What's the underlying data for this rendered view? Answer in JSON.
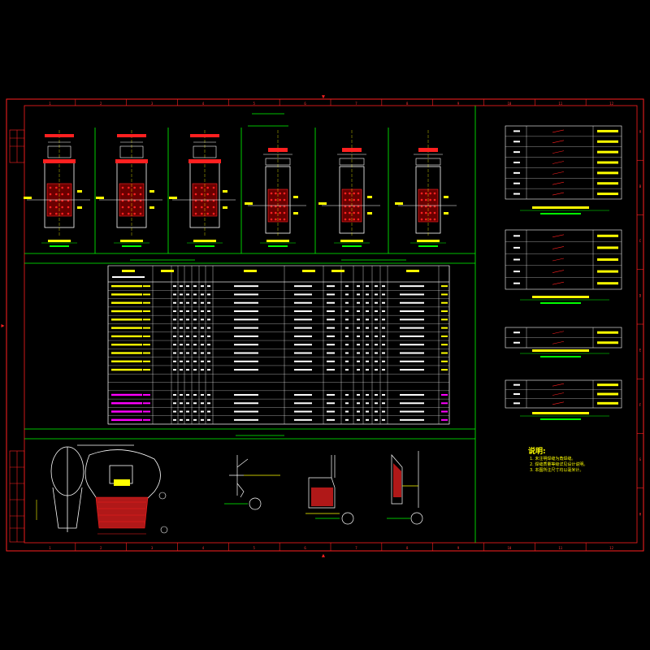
{
  "colors": {
    "background": "#000000",
    "frame": "#ff2020",
    "panel_lines": "#00ff00",
    "linework": "#ffffff",
    "hatch": "#ff2020",
    "text_yellow": "#ffff00",
    "text_magenta": "#ff00ff",
    "dims": "#ff2020"
  },
  "frame": {
    "column_numbers": [
      "1",
      "2",
      "3",
      "4",
      "5",
      "6",
      "7",
      "8",
      "9",
      "10",
      "11",
      "12"
    ],
    "row_letters": [
      "A",
      "B",
      "C",
      "D",
      "E",
      "F",
      "G",
      "H"
    ]
  },
  "notes": {
    "title": "说明:",
    "lines": [
      "1. 未注明焊缝为角焊缝。",
      "2. 焊缝质量等级详见设计说明。",
      "3. 本图所注尺寸均以毫米计。"
    ]
  },
  "section_rows_upper": 11,
  "section_rows_lower": 4
}
